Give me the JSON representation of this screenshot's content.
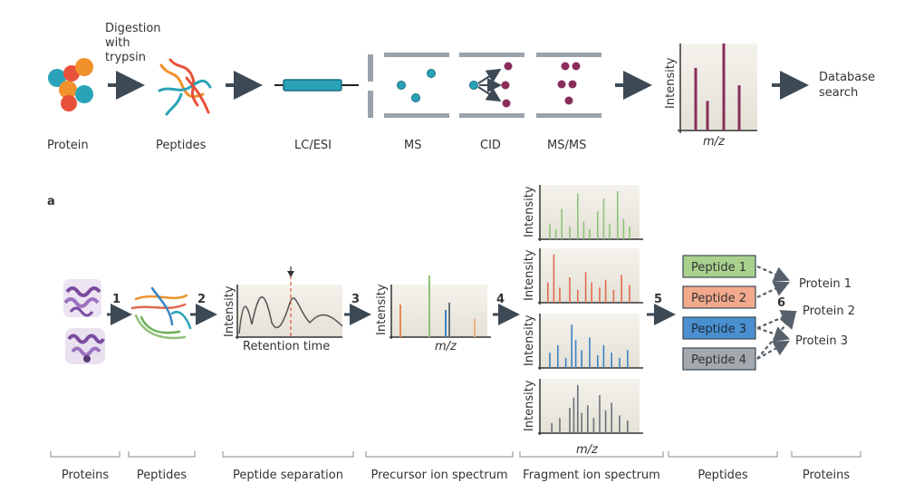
{
  "top_row": {
    "annotation_digestion": [
      "Digestion",
      "with",
      "trypsin"
    ],
    "labels": {
      "protein": "Protein",
      "peptides": "Peptides",
      "lc_esi": "LC/ESI",
      "ms": "MS",
      "cid": "CID",
      "msms": "MS/MS"
    },
    "spectrum": {
      "ylabel": "Intensity",
      "xlabel": "m/z",
      "bar_heights": [
        0.72,
        0.34,
        1.0,
        0.52
      ]
    },
    "database": [
      "Database",
      "search"
    ]
  },
  "panel": {
    "letter": "a",
    "steps": [
      "1",
      "2",
      "3",
      "4",
      "5",
      "6"
    ],
    "retention": {
      "ylabel": "Intensity",
      "xlabel": "Retention time"
    },
    "precursor": {
      "ylabel": "Intensity",
      "xlabel": "m/z"
    },
    "fragment": {
      "ylabel": "Intensity",
      "xlabel": "m/z",
      "colors": [
        "#8fc27a",
        "#e26a4f",
        "#3b82c4",
        "#6a7178"
      ]
    },
    "peptides": [
      {
        "label": "Peptide 1",
        "fill": "#a9d18e"
      },
      {
        "label": "Peptide 2",
        "fill": "#f2a98c"
      },
      {
        "label": "Peptide 3",
        "fill": "#4a8fd0"
      },
      {
        "label": "Peptide 4",
        "fill": "#a3a9ae"
      }
    ],
    "proteins": [
      "Protein 1",
      "Protein 2",
      "Protein 3"
    ]
  },
  "bottom_labels": [
    "Proteins",
    "Peptides",
    "Peptide separation",
    "Precursor ion spectrum",
    "Fragment ion spectrum",
    "Peptides",
    "Proteins"
  ],
  "colors": {
    "arrow": "#3d4a55",
    "cyan": "#2aa3b8",
    "maroon": "#8a2d5a",
    "orange": "#f0912c",
    "red": "#e8513a",
    "purple": "#7a4aa0",
    "box_bg": "#ece9df"
  }
}
